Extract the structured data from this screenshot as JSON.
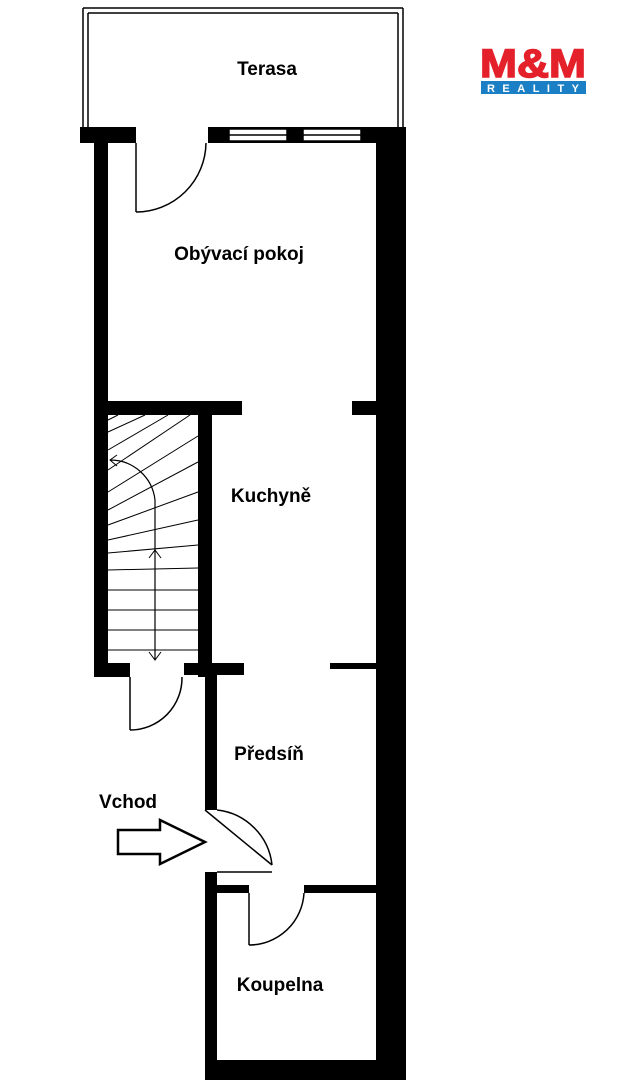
{
  "rooms": {
    "terrace": "Terasa",
    "living_room": "Obývací pokoj",
    "kitchen": "Kuchyně",
    "hallway": "Předsíň",
    "bathroom": "Koupelna"
  },
  "entrance_label": "Vchod",
  "logo": {
    "brand": "M&M",
    "sub": "REALITY",
    "brand_color": "#e4202a",
    "sub_bg_color": "#1a7fc4",
    "sub_text_color": "#ffffff"
  },
  "wall_color": "#000000"
}
